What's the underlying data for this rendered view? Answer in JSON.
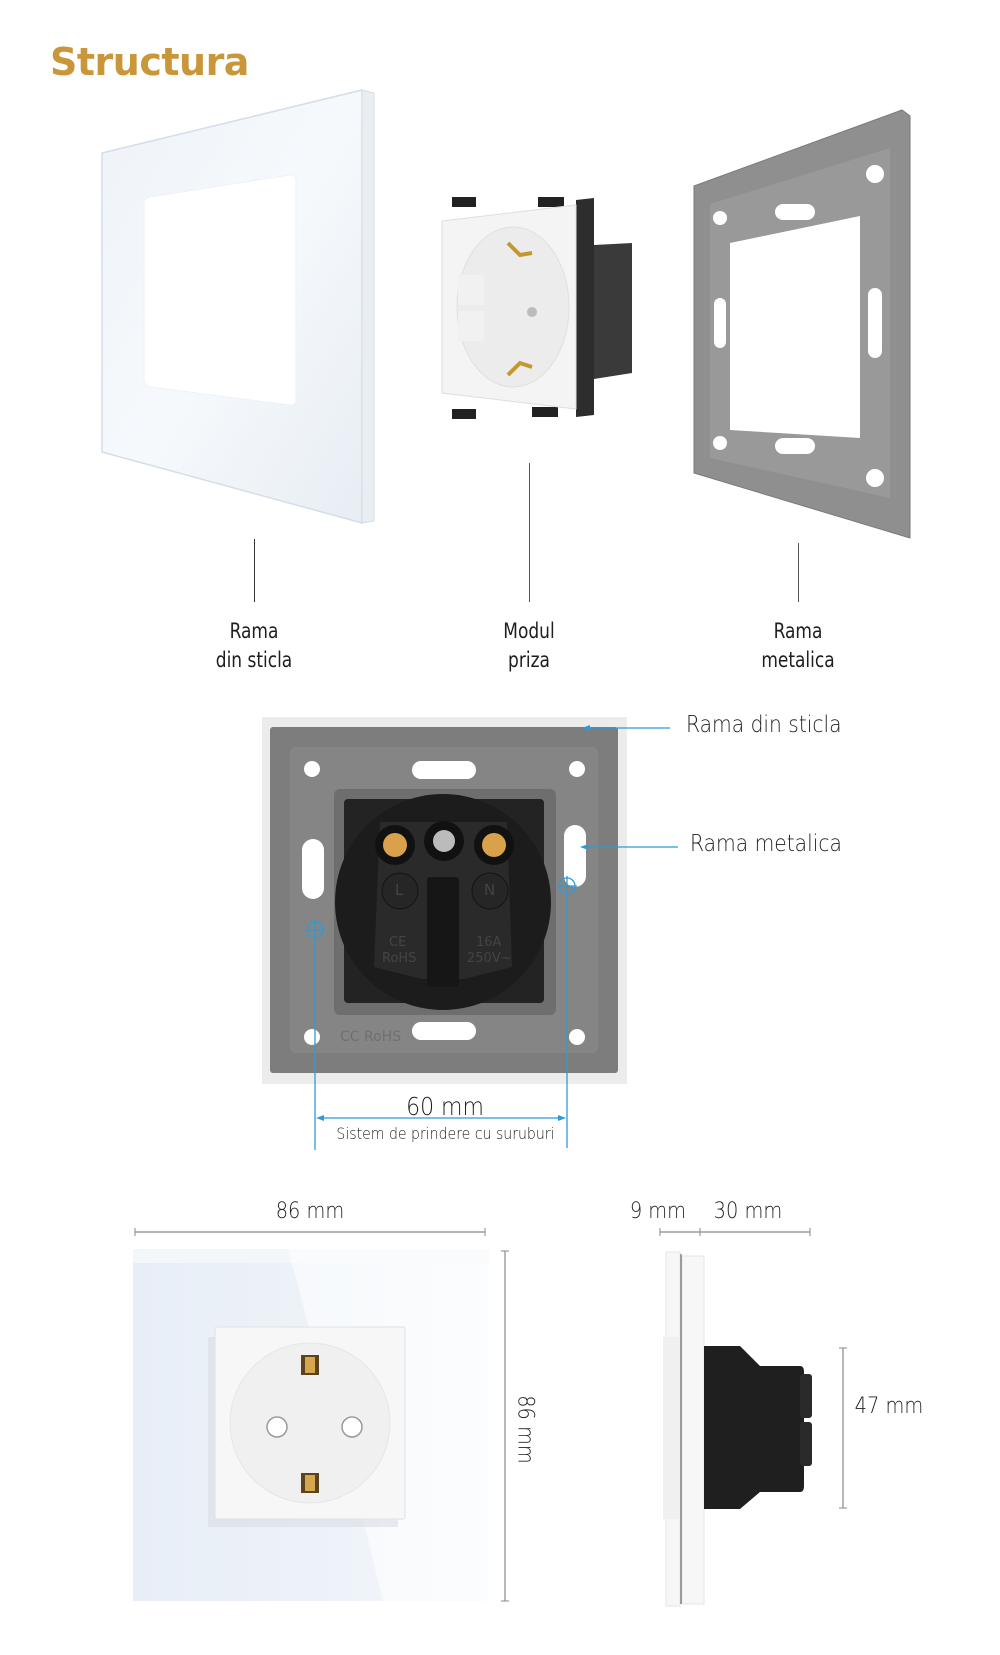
{
  "title": "Structura",
  "colors": {
    "title": "#C9963A",
    "dimension_line_blue": "#2E9BD6",
    "dimension_line_gray": "#8a8a8a",
    "metal_frame": "#8E8E8E",
    "socket_body": "#1F1F1F",
    "glass": "#EAF0F7"
  },
  "exploded_view": {
    "components": [
      {
        "name": "glass-frame",
        "label_line1": "Rama",
        "label_line2": "din sticla"
      },
      {
        "name": "socket-module",
        "label_line1": "Modul",
        "label_line2": "priza"
      },
      {
        "name": "metal-frame",
        "label_line1": "Rama",
        "label_line2": "metalica"
      }
    ]
  },
  "back_view": {
    "callouts": {
      "glass_frame": "Rama din sticla",
      "metal_frame": "Rama metalica"
    },
    "markings": {
      "live": "L",
      "neutral": "N",
      "ce": "CE",
      "rohs": "RoHS",
      "rating_current": "16A",
      "rating_voltage": "250V~",
      "frame_marking": "CC RoHS"
    },
    "mounting_distance": "60 mm",
    "mounting_caption": "Sistem de prindere cu suruburi"
  },
  "dimensions": {
    "front_width": "86 mm",
    "front_height": "86 mm",
    "glass_depth": "9 mm",
    "module_depth": "30 mm",
    "module_height": "47 mm"
  }
}
